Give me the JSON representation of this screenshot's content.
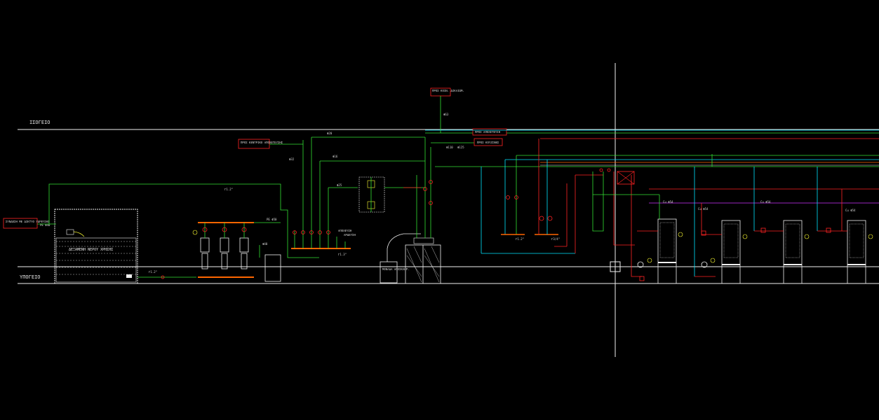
{
  "floors": {
    "upper_label": "ΙΣΟΓΕΙΟ",
    "lower_label": "ΥΠΟΓΕΙΟ"
  },
  "boxes": {
    "city_network": "ΣΥΝΔΕΣΗ ΜΕ ΔΙΚΤΥΟ ΥΔΡΕΥΣΗΣ",
    "central_heating": "ΠΡΟΣ ΚΕΝΤΡΙΚΟ ΑΠΟΧΕΤΕΥΣΗΣ",
    "kitchen": "ΠΡΟΣ ΚΟΥΖΙΝΕΣ",
    "top_unit": "ΠΡΟΣ ΚΟΙΝ. ΔΙΚΑΙΩΜ.",
    "disposal": "ΠΡΟΣ ΑΠΟΧΕΤΕΥΣΗ"
  },
  "tank": {
    "label": "ΔΕΞΑΜΕΝΗ ΝΕΡΟΥ ΧΡΗΣΗΣ",
    "pe_label": "PE Φ40"
  },
  "treatment": {
    "label": "ΜΟΝΑΔΑ ΑΠΟΣΚΛΗΡ."
  },
  "pipe_labels": {
    "g2": "Γ1.2\"",
    "g2b": "Γ1.2\"",
    "g2c": "Γ1.2\"",
    "pe50": "PE Φ50",
    "f40": "Φ40",
    "f25": "Φ25",
    "f32": "Φ32",
    "f20": "Φ20",
    "f16": "Φ16",
    "g3": "Γ1.3\"",
    "g34": "Γ3/4\"",
    "cu": "Cu Φ54",
    "cu2": "Cu Φ54",
    "cu3": "Cu Φ54",
    "cu4": "Cu Φ54",
    "f63": "Φ63",
    "f110": "Φ110",
    "f125": "Φ125",
    "apochi": "ΑΠΟΧΕΥΣΗ",
    "adreusi": "ΑΡΔΕΥΣΗ"
  },
  "colors": {
    "background": "#000000",
    "green": "#33e033",
    "cyan": "#00e5ff",
    "red": "#ff2222",
    "white": "#f0f0f0",
    "magenta": "#cc33ff",
    "orange": "#ff6600"
  }
}
